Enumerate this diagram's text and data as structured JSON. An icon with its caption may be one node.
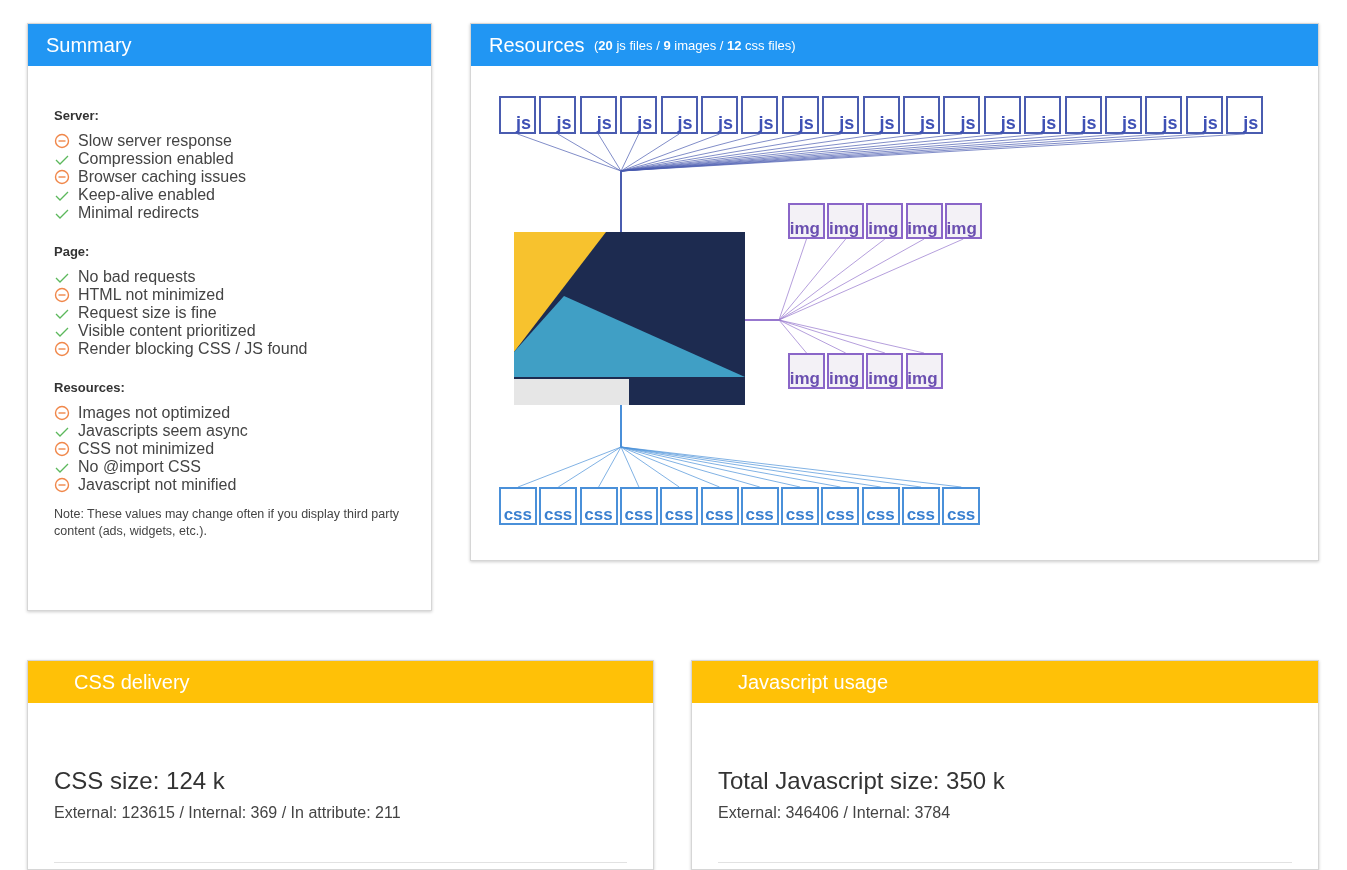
{
  "diagram": {
    "nodes": [
      {
        "text": [
          "Summary"
        ]
      },
      {
        "text": [
          "Server:"
        ],
        "in": 0
      },
      {
        "text": [
          "Slow server response"
        ],
        "in": 0
      },
      {
        "text": [
          "Compression enabled"
        ],
        "in": 0
      },
      {
        "text": [
          "Browser caching issues"
        ],
        "in": 0
      },
      {
        "text": [
          "Keep-alive enabled"
        ],
        "in": 0
      },
      {
        "text": [
          "Minimal redirects"
        ],
        "in": 0
      },
      {
        "text": [
          "Page:"
        ],
        "in": 0
      },
      {
        "text": [
          "No bad requests"
        ],
        "in": 0
      },
      {
        "text": [
          "HTML not minimized"
        ],
        "in": 0
      },
      {
        "text": [
          "Request size is fine"
        ],
        "in": 0
      },
      {
        "text": [
          "Visible content prioritized"
        ],
        "in": 0
      },
      {
        "text": [
          "Render blocking CSS / JS found"
        ],
        "in": 0
      },
      {
        "text": [
          "Resources:"
        ],
        "in": 0
      },
      {
        "text": [
          "Images not optimized"
        ],
        "in": 0
      },
      {
        "text": [
          "Javascripts seem async"
        ],
        "in": 0
      },
      {
        "text": [
          "CSS not minimized"
        ],
        "in": 0
      },
      {
        "text": [
          "No @import CSS"
        ],
        "in": 0
      },
      {
        "text": [
          "Javascript not minified"
        ],
        "in": 0
      },
      {
        "text": [
          "Note: These values may change often if you display third party content (ads, widgets, etc.)."
        ],
        "in": 0
      },
      {
        "text": [
          "Resources",
          "(**20** js files / **9** images / **12** css files)"
        ]
      },
      {
        "text": [],
        "shape": "picture",
        "in": 20
      },
      {
        "text": [
          "js"
        ],
        "in": 20
      },
      {
        "text": [
          "js"
        ],
        "in": 20
      },
      {
        "text": [
          "js"
        ],
        "in": 20
      },
      {
        "text": [
          "js"
        ],
        "in": 20
      },
      {
        "text": [
          "js"
        ],
        "in": 20
      },
      {
        "text": [
          "js"
        ],
        "in": 20
      },
      {
        "text": [
          "js"
        ],
        "in": 20
      },
      {
        "text": [
          "js"
        ],
        "in": 20
      },
      {
        "text": [
          "js"
        ],
        "in": 20
      },
      {
        "text": [
          "js"
        ],
        "in": 20
      },
      {
        "text": [
          "js"
        ],
        "in": 20
      },
      {
        "text": [
          "js"
        ],
        "in": 20
      },
      {
        "text": [
          "js"
        ],
        "in": 20
      },
      {
        "text": [
          "js"
        ],
        "in": 20
      },
      {
        "text": [
          "js"
        ],
        "in": 20
      },
      {
        "text": [
          "js"
        ],
        "in": 20
      },
      {
        "text": [
          "js"
        ],
        "in": 20
      },
      {
        "text": [
          "js"
        ],
        "in": 20
      },
      {
        "text": [
          "js"
        ],
        "in": 20
      },
      {
        "text": [
          "img"
        ],
        "in": 20
      },
      {
        "text": [
          "img"
        ],
        "in": 20
      },
      {
        "text": [
          "img"
        ],
        "in": 20
      },
      {
        "text": [
          "img"
        ],
        "in": 20
      },
      {
        "text": [
          "img"
        ],
        "in": 20
      },
      {
        "text": [
          "img"
        ],
        "in": 20
      },
      {
        "text": [
          "img"
        ],
        "in": 20
      },
      {
        "text": [
          "img"
        ],
        "in": 20
      },
      {
        "text": [
          "img"
        ],
        "in": 20
      },
      {
        "text": [
          "css"
        ],
        "in": 20
      },
      {
        "text": [
          "css"
        ],
        "in": 20
      },
      {
        "text": [
          "css"
        ],
        "in": 20
      },
      {
        "text": [
          "css"
        ],
        "in": 20
      },
      {
        "text": [
          "css"
        ],
        "in": 20
      },
      {
        "text": [
          "css"
        ],
        "in": 20
      },
      {
        "text": [
          "css"
        ],
        "in": 20
      },
      {
        "text": [
          "css"
        ],
        "in": 20
      },
      {
        "text": [
          "css"
        ],
        "in": 20
      },
      {
        "text": [
          "css"
        ],
        "in": 20
      },
      {
        "text": [
          "css"
        ],
        "in": 20
      },
      {
        "text": [
          "css"
        ],
        "in": 20
      },
      {
        "text": [
          "CSS delivery",
          "CSS size: 124 k",
          "External: 123615 / Internal: 369 / In attribute: 211"
        ]
      },
      {
        "text": [
          "Javascript usage",
          "Total Javascript size: 350 k",
          "External: 346406 / Internal: 3784"
        ]
      }
    ],
    "edges": [
      {
        "from": 21,
        "to": 22,
        "arrow": "none"
      },
      {
        "from": 21,
        "to": 23,
        "arrow": "none"
      },
      {
        "from": 21,
        "to": 24,
        "arrow": "none"
      },
      {
        "from": 21,
        "to": 25,
        "arrow": "none"
      },
      {
        "from": 21,
        "to": 26,
        "arrow": "none"
      },
      {
        "from": 21,
        "to": 27,
        "arrow": "none"
      },
      {
        "from": 21,
        "to": 28,
        "arrow": "none"
      },
      {
        "from": 21,
        "to": 29,
        "arrow": "none"
      },
      {
        "from": 21,
        "to": 30,
        "arrow": "none"
      },
      {
        "from": 21,
        "to": 31,
        "arrow": "none"
      },
      {
        "from": 21,
        "to": 32,
        "arrow": "none"
      },
      {
        "from": 21,
        "to": 33,
        "arrow": "none"
      },
      {
        "from": 21,
        "to": 34,
        "arrow": "none"
      },
      {
        "from": 21,
        "to": 35,
        "arrow": "none"
      },
      {
        "from": 21,
        "to": 36,
        "arrow": "none"
      },
      {
        "from": 21,
        "to": 37,
        "arrow": "none"
      },
      {
        "from": 21,
        "to": 38,
        "arrow": "none"
      },
      {
        "from": 21,
        "to": 39,
        "arrow": "none"
      },
      {
        "from": 21,
        "to": 40,
        "arrow": "none"
      },
      {
        "from": 21,
        "to": 41,
        "arrow": "none",
        "color": "#9575cd"
      },
      {
        "from": 21,
        "to": 42,
        "arrow": "none",
        "color": "#9575cd"
      },
      {
        "from": 21,
        "to": 43,
        "arrow": "none",
        "color": "#9575cd"
      },
      {
        "from": 21,
        "to": 44,
        "arrow": "none",
        "color": "#9575cd"
      },
      {
        "from": 21,
        "to": 45,
        "arrow": "none",
        "color": "#9575cd"
      },
      {
        "from": 21,
        "to": 46,
        "arrow": "none",
        "color": "#9575cd"
      },
      {
        "from": 21,
        "to": 47,
        "arrow": "none",
        "color": "#9575cd"
      },
      {
        "from": 21,
        "to": 48,
        "arrow": "none",
        "color": "#9575cd"
      },
      {
        "from": 21,
        "to": 49,
        "arrow": "none",
        "color": "#9575cd"
      },
      {
        "from": 21,
        "to": 50,
        "arrow": "none",
        "color": "#4a90d9"
      },
      {
        "from": 21,
        "to": 51,
        "arrow": "none",
        "color": "#4a90d9"
      },
      {
        "from": 21,
        "to": 52,
        "arrow": "none",
        "color": "#4a90d9"
      },
      {
        "from": 21,
        "to": 53,
        "arrow": "none",
        "color": "#4a90d9"
      },
      {
        "from": 21,
        "to": 54,
        "arrow": "none",
        "color": "#4a90d9"
      },
      {
        "from": 21,
        "to": 55,
        "arrow": "none",
        "color": "#4a90d9"
      },
      {
        "from": 21,
        "to": 56,
        "arrow": "none",
        "color": "#4a90d9"
      },
      {
        "from": 21,
        "to": 57,
        "arrow": "none",
        "color": "#4a90d9"
      },
      {
        "from": 21,
        "to": 58,
        "arrow": "none",
        "color": "#4a90d9"
      },
      {
        "from": 21,
        "to": 59,
        "arrow": "none",
        "color": "#4a90d9"
      },
      {
        "from": 21,
        "to": 60,
        "arrow": "none",
        "color": "#4a90d9"
      },
      {
        "from": 21,
        "to": 61,
        "arrow": "none",
        "color": "#4a90d9"
      }
    ]
  }
}
